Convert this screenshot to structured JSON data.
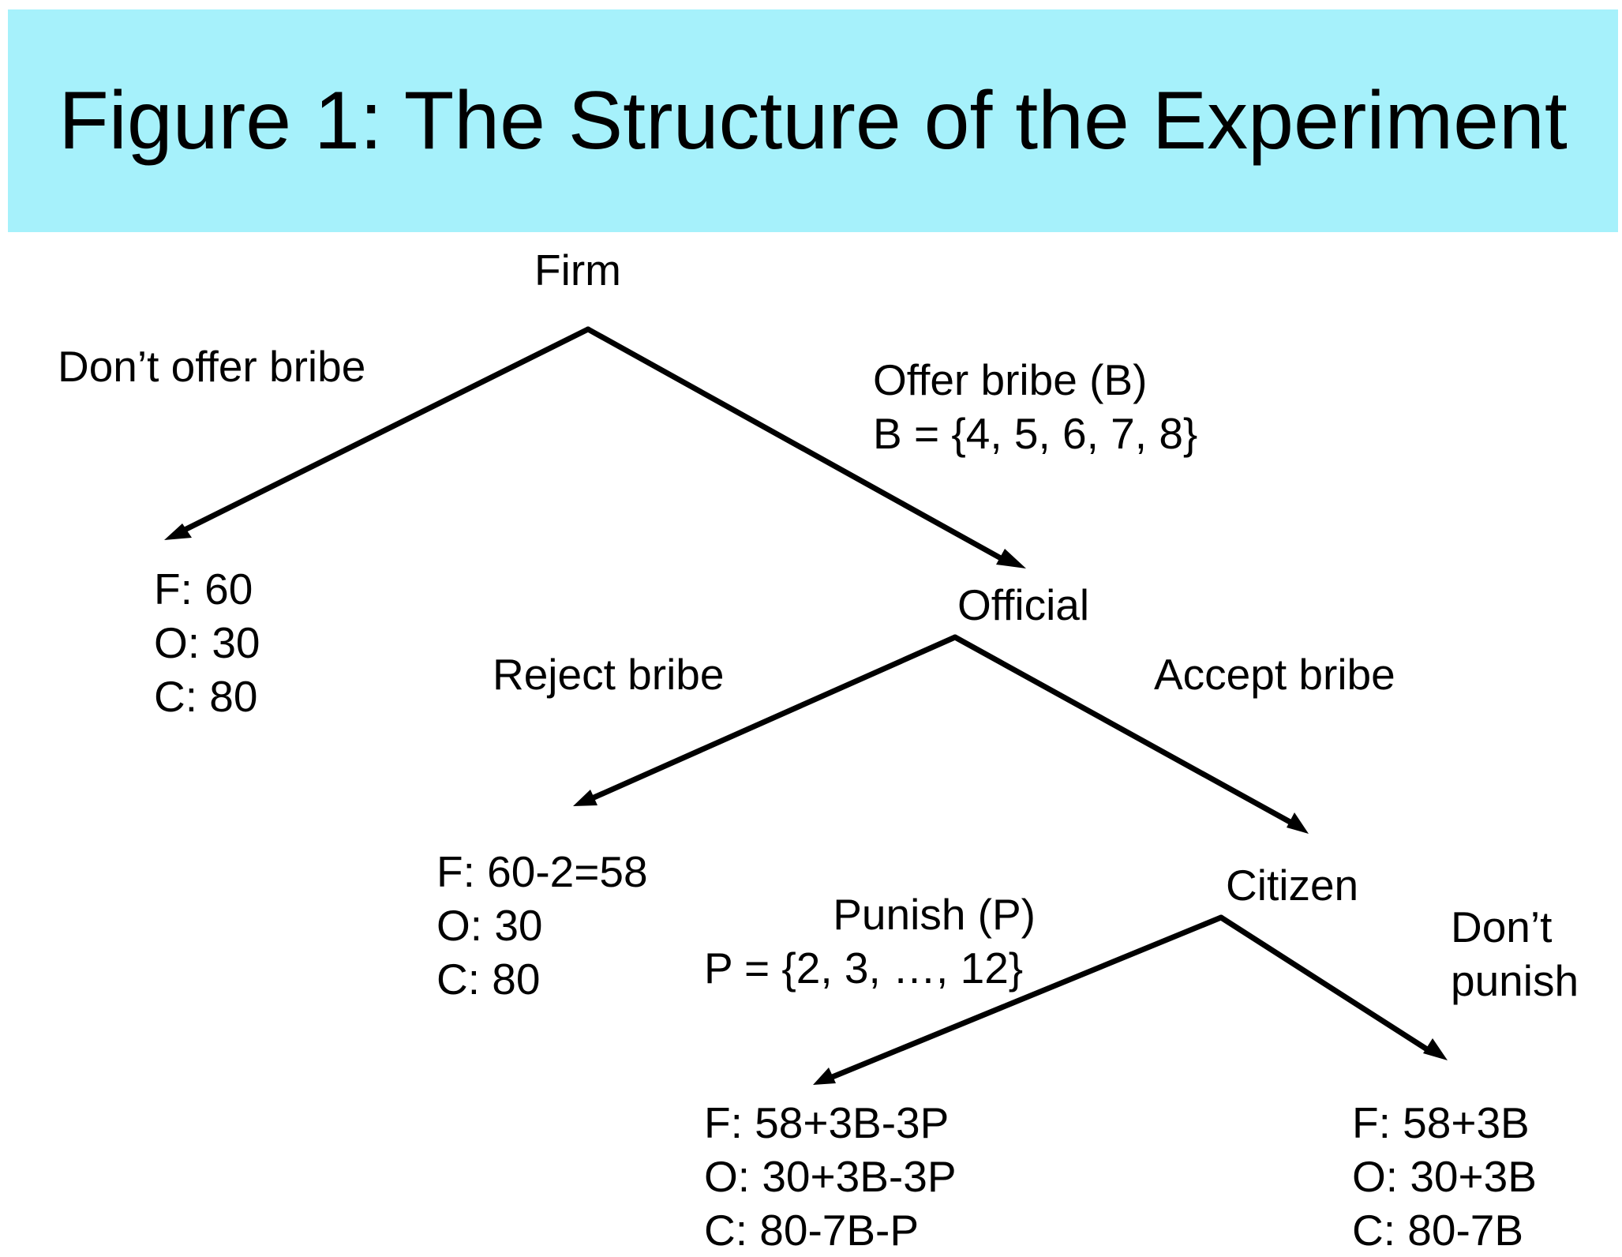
{
  "title": "Figure 1: The Structure of the Experiment",
  "nodes": {
    "firm": "Firm",
    "official": "Official",
    "citizen": "Citizen"
  },
  "branches": {
    "dont_offer": "Don’t offer bribe",
    "offer_line1": "Offer bribe (B)",
    "offer_line2": "B = {4, 5, 6, 7, 8}",
    "reject": "Reject bribe",
    "accept": "Accept bribe",
    "punish_line1": "Punish (P)",
    "punish_line2": "P = {2, 3, …, 12}",
    "dont_punish_line1": "Don’t",
    "dont_punish_line2": "punish"
  },
  "payoffs": {
    "no_bribe": [
      "F: 60",
      "O: 30",
      "C: 80"
    ],
    "rejected": [
      "F: 60-2=58",
      "O: 30",
      "C: 80"
    ],
    "punished": [
      "F: 58+3B-3P",
      "O: 30+3B-3P",
      "C: 80-7B-P"
    ],
    "unpunished": [
      "F: 58+3B",
      "O: 30+3B",
      "C: 80-7B"
    ]
  },
  "colors": {
    "banner": "#a6f1fb",
    "ink": "#000000"
  }
}
